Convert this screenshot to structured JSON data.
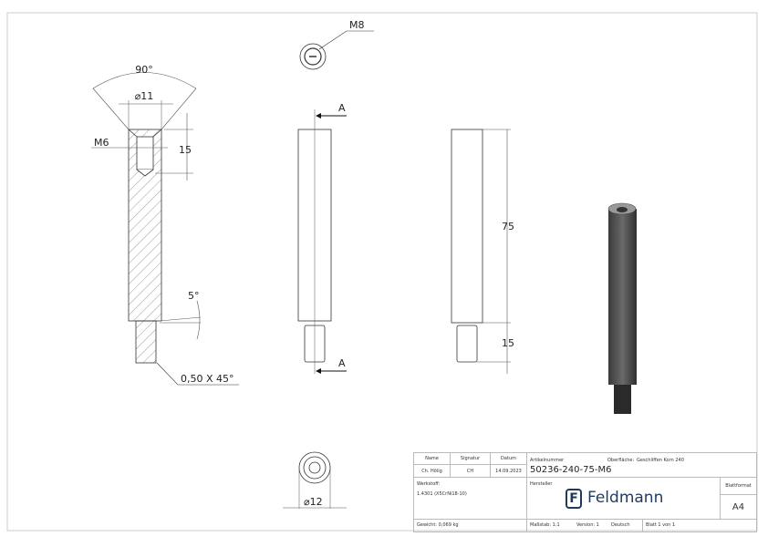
{
  "drawing": {
    "left_section_view": {
      "angle_label": "90°",
      "diameter_label": "⌀11",
      "thread_label": "M6",
      "depth_label": "15",
      "taper_label": "5°",
      "chamfer_label": "0,50 X 45°"
    },
    "top_view": {
      "thread_label": "M8"
    },
    "front_view": {
      "section_marker_top": "A",
      "section_marker_bottom": "A"
    },
    "side_view": {
      "length_label": "75",
      "thread_length_label": "15"
    },
    "bottom_view": {
      "diameter_label": "⌀12"
    }
  },
  "title_block": {
    "headers": {
      "name": "Name",
      "signature": "Signatur",
      "date": "Datum"
    },
    "row": {
      "name": "Ch. Hölig",
      "signature": "CH",
      "date": "14.09.2023"
    },
    "article_number_label": "Artikelnummer",
    "article_number": "50236-240-75-M6",
    "surface_label": "Oberfläche:",
    "surface_value": "Geschliffen Korn 240",
    "material_label": "Werkstoff:",
    "material_value": "1.4301 (X5CrNi18-10)",
    "manufacturer_label": "Hersteller",
    "brand": "Feldmann",
    "sheet_format_label": "Blattformat",
    "sheet_format": "A4",
    "weight": "Gewicht: 0,069 kg",
    "scale": "Maßstab: 1:1",
    "version": "Version: 1",
    "language": "Deutsch",
    "sheet": "Blatt 1 von 1"
  }
}
